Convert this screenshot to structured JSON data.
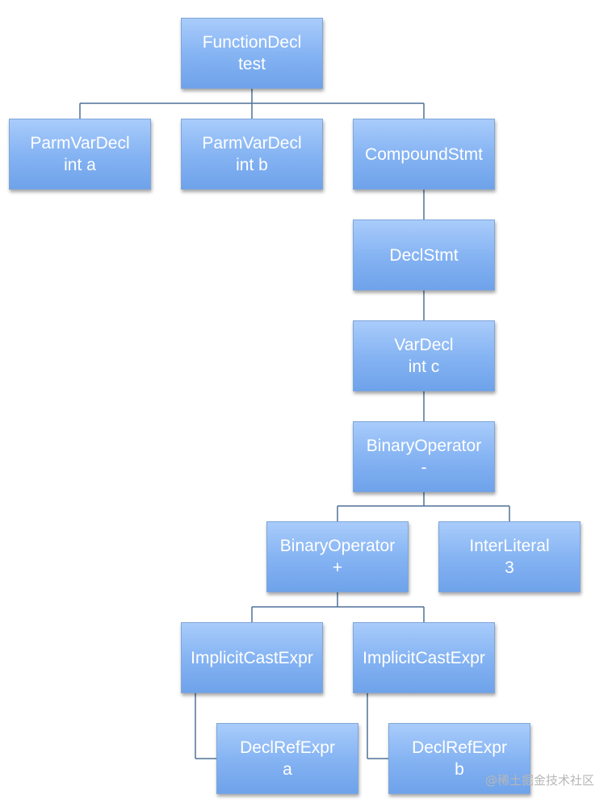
{
  "nodes": {
    "function_decl": {
      "title": "FunctionDecl",
      "detail": "test"
    },
    "parm_a": {
      "title": "ParmVarDecl",
      "detail": "int a"
    },
    "parm_b": {
      "title": "ParmVarDecl",
      "detail": "int b"
    },
    "compound": {
      "title": "CompoundStmt",
      "detail": ""
    },
    "decl_stmt": {
      "title": "DeclStmt",
      "detail": ""
    },
    "var_decl": {
      "title": "VarDecl",
      "detail": "int c"
    },
    "binop_minus": {
      "title": "BinaryOperator",
      "detail": "-"
    },
    "binop_plus": {
      "title": "BinaryOperator",
      "detail": "+"
    },
    "inter_literal": {
      "title": "InterLiteral",
      "detail": "3"
    },
    "cast_left": {
      "title": "ImplicitCastExpr",
      "detail": ""
    },
    "cast_right": {
      "title": "ImplicitCastExpr",
      "detail": ""
    },
    "ref_a": {
      "title": "DeclRefExpr",
      "detail": "a"
    },
    "ref_b": {
      "title": "DeclRefExpr",
      "detail": "b"
    }
  },
  "watermark": "@稀土掘金技术社区"
}
